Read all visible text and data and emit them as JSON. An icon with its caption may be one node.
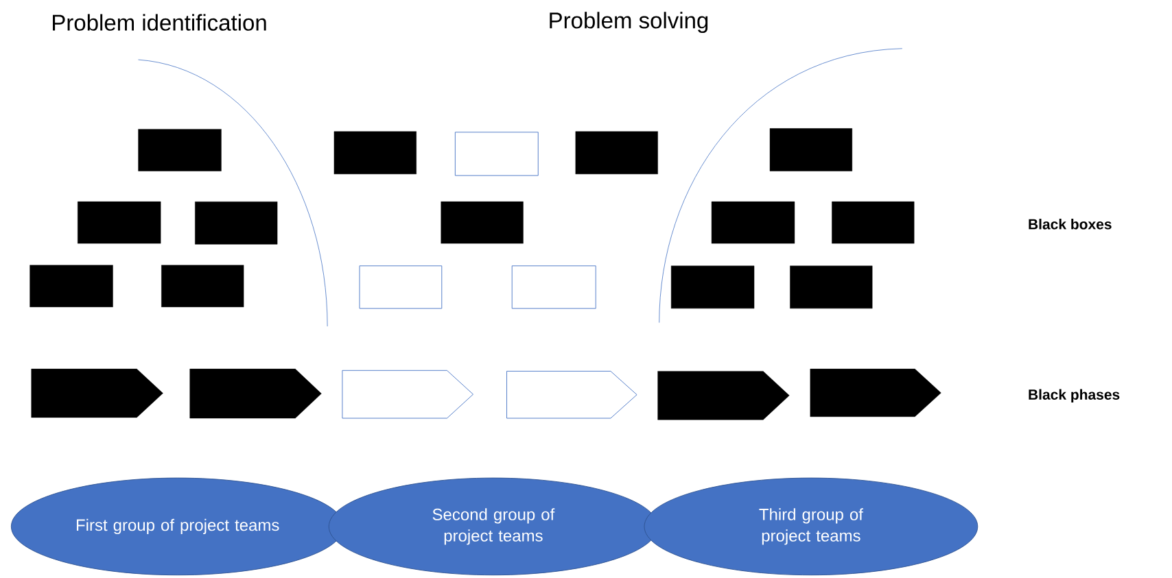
{
  "diagram": {
    "nodes": [
      {
        "text": [],
        "shape": "box"
      },
      {
        "text": [],
        "shape": "box"
      },
      {
        "text": [],
        "shape": "box"
      },
      {
        "text": [],
        "shape": "box"
      },
      {
        "text": [],
        "shape": "box"
      },
      {
        "text": [],
        "shape": "box"
      },
      {
        "text": [],
        "shape": "box"
      },
      {
        "text": [],
        "shape": "box"
      },
      {
        "text": [],
        "shape": "box"
      },
      {
        "text": [],
        "shape": "box"
      },
      {
        "text": [],
        "shape": "box"
      },
      {
        "text": [],
        "shape": "box"
      },
      {
        "text": [],
        "shape": "box"
      },
      {
        "text": [],
        "shape": "box"
      },
      {
        "text": [],
        "shape": "box"
      },
      {
        "text": [],
        "shape": "box"
      },
      {
        "text": [],
        "shape": "pentagon"
      },
      {
        "text": [],
        "shape": "pentagon"
      },
      {
        "text": [],
        "shape": "pentagon"
      },
      {
        "text": [],
        "shape": "pentagon"
      },
      {
        "text": [],
        "shape": "pentagon"
      },
      {
        "text": [],
        "shape": "pentagon"
      },
      {
        "text": [
          "First group of project teams"
        ]
      },
      {
        "text": [
          "Second group of project teams"
        ]
      },
      {
        "text": [
          "Third  group of project teams"
        ]
      }
    ],
    "labels": [
      "Problem  identification",
      "Problem solving",
      "Black boxes",
      "Black phases"
    ]
  }
}
